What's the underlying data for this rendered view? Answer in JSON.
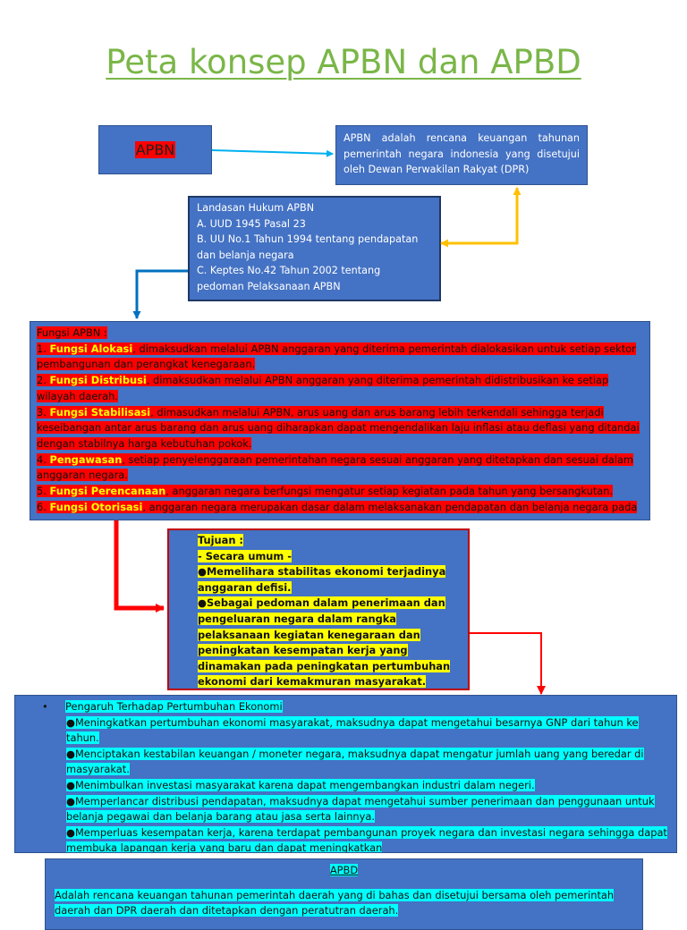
{
  "title": "Peta konsep APBN dan APBD",
  "apbn_label": "APBN",
  "definition": "APBN adalah rencana keuangan tahunan pemerintah negara indonesia yang disetujui oleh Dewan Perwakilan Rakyat (DPR)",
  "legal_basis": {
    "heading": "Landasan Hukum APBN",
    "items": [
      "A. UUD 1945 Pasal 23",
      "B. UU No.1 Tahun 1994 tentang pendapatan",
      "dan belanja negara",
      "C. Keptes No.42 Tahun 2002 tentang",
      "pedoman Pelaksanaan APBN"
    ]
  },
  "functions": {
    "heading": "Fungsi APBN :",
    "items": [
      {
        "num": "1. ",
        "name": "Fungsi Alokasi",
        "desc": ", dimaksudkan melalui APBN anggaran yang diterima pemerintah dialokasikan untuk setiap sektor pembangunan dan perangkat kenegaraan."
      },
      {
        "num": "2. ",
        "name": "Fungsi Distribusi",
        "desc": ", dimaksudkan melalui APBN anggaran yang diterima pemerintah didistribusikan ke setiap wilayah daerah."
      },
      {
        "num": "3. ",
        "name": "Fungsi Stabilisasi",
        "desc": ", dimasudkan melalui APBN, arus uang dan arus barang lebih terkendali sehingga terjadi keseibangan antar arus barang dan arus uang diharapkan dapat mengendalikan laju inflasi atau deflasi yang ditandai dengan stabilnya harga kebutuhan pokok."
      },
      {
        "num": "4. ",
        "name": "Pengawasan",
        "desc": ", setiap penyelenggaraan pemerintahan negara sesuai anggaran yang ditetapkan dan sesuai dalam anggaran negara."
      },
      {
        "num": "5. ",
        "name": "Fungsi Perencanaan",
        "desc": ", anggaran negara berfungsi mengatur setiap kegiatan pada tahun yang bersangkutan."
      },
      {
        "num": "6. ",
        "name": "Fungsi Otorisasi",
        "desc": ", anggaran negara merupakan dasar dalam melaksanakan pendapatan dan belanja negara pada"
      }
    ]
  },
  "goals": {
    "heading": "Tujuan :",
    "subheading": "- Secara umum -",
    "items": [
      "●Memelihara stabilitas ekonomi terjadinya anggaran defisi.",
      "●Sebagai pedoman dalam penerimaan dan pengeluaran negara dalam rangka pelaksanaan kegiatan kenegaraan dan peningkatan kesempatan kerja yang dinamakan pada peningkatan pertumbuhan ekonomi dari kemakmuran masyarakat."
    ]
  },
  "effects": {
    "bullet": "•",
    "heading": "Pengaruh Terhadap Pertumbuhan Ekonomi",
    "items": [
      "●Meningkatkan pertumbuhan ekonomi masyarakat, maksudnya dapat mengetahui besarnya GNP dari tahun ke tahun.",
      "●Menciptakan kestabilan keuangan / moneter negara, maksudnya dapat mengatur jumlah uang yang beredar di masyarakat.",
      "●Menimbulkan investasi masyarakat karena dapat mengembangkan industri dalam negeri.",
      "●Memperlancar distribusi pendapatan, maksudnya dapat mengetahui sumber penerimaan dan penggunaan untuk belanja pegawai dan belanja barang atau jasa serta lainnya.",
      "●Memperluas kesempatan kerja, karena terdapat pembangunan proyek negara dan investasi negara sehingga dapat membuka lapangan kerja yang baru dan dapat meningkatkan"
    ]
  },
  "apbd": {
    "title": "APBD",
    "text": "Adalah rencana keuangan tahunan pemerintah daerah yang di bahas dan disetujui bersama oleh pemerintah daerah dan DPR daerah dan ditetapkan dengan peratutran daerah."
  },
  "colors": {
    "box_fill": "#4472c4",
    "title_green": "#7ab648",
    "highlight_red": "#ff0000",
    "highlight_yellow": "#ffff00",
    "highlight_cyan": "#00ffff",
    "arrow_cyan": "#00b0f0",
    "arrow_yellow": "#ffc000",
    "arrow_blue": "#0070c0",
    "arrow_red": "#ff0000"
  }
}
